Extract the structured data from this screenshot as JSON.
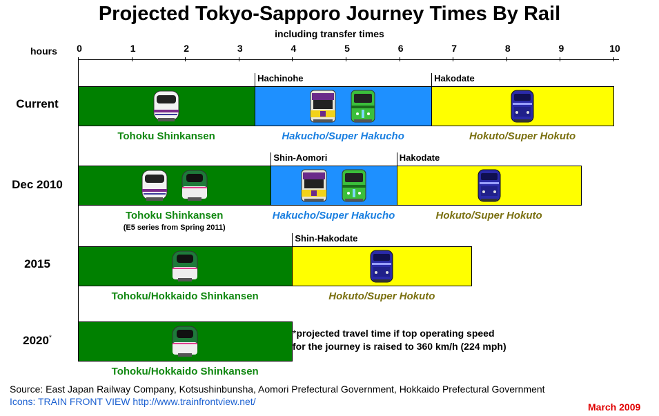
{
  "title": "Projected Tokyo-Sapporo Journey Times By Rail",
  "subtitle": "including transfer times",
  "axis_unit_label": "hours",
  "source": "Source: East Japan Railway Company, Kotsushinbunsha, Aomori Prefectural Government, Hokkaido Prefectural Government",
  "icons_credit": "Icons: TRAIN FRONT VIEW  http://www.trainfrontview.net/",
  "date": "March 2009",
  "footnote_mark": "*",
  "footnote_text_1": "projected travel time if top operating speed",
  "footnote_text_2": "for the journey is raised to 360 km/h (224 mph)",
  "chart_data": {
    "type": "bar",
    "orientation": "horizontal-stacked",
    "title": "Projected Tokyo-Sapporo Journey Times By Rail",
    "subtitle": "including transfer times",
    "xlabel": "hours",
    "xlim": [
      0,
      10
    ],
    "xticks": [
      0,
      1,
      2,
      3,
      4,
      5,
      6,
      7,
      8,
      9,
      10
    ],
    "grid": false,
    "colors": {
      "shinkansen": "#008000",
      "hakucho": "#1e90ff",
      "hokuto": "#ffff00",
      "shinkansen_text": "#118811",
      "hakucho_text": "#1a7fe0",
      "hokuto_text": "#7a7010",
      "date": "#e00000"
    },
    "rows": [
      {
        "label": "Current",
        "label_mark": "",
        "segments": [
          {
            "service": "Tohoku Shinkansen",
            "start": 0,
            "end": 3.3,
            "kind": "shinkansen",
            "italic": false,
            "trains": [
              "e2"
            ],
            "note": ""
          },
          {
            "service": "Hakucho/Super Hakucho",
            "start": 3.3,
            "end": 6.6,
            "kind": "hakucho",
            "italic": true,
            "station": "Hachinohe",
            "trains": [
              "hakucho-yellow",
              "hakucho-green"
            ]
          },
          {
            "service": "Hokuto/Super Hokuto",
            "start": 6.6,
            "end": 10,
            "kind": "hokuto",
            "italic": true,
            "station": "Hakodate",
            "trains": [
              "hokuto-blue"
            ]
          }
        ]
      },
      {
        "label": "Dec 2010",
        "label_mark": "",
        "segments": [
          {
            "service": "Tohoku Shinkansen",
            "start": 0,
            "end": 3.6,
            "kind": "shinkansen",
            "italic": false,
            "trains": [
              "e2",
              "e5"
            ],
            "note": "(E5 series from Spring 2011)"
          },
          {
            "service": "Hakucho/Super Hakucho",
            "start": 3.6,
            "end": 5.95,
            "kind": "hakucho",
            "italic": true,
            "station": "Shin-Aomori",
            "trains": [
              "hakucho-yellow",
              "hakucho-green"
            ]
          },
          {
            "service": "Hokuto/Super Hokuto",
            "start": 5.95,
            "end": 9.4,
            "kind": "hokuto",
            "italic": true,
            "station": "Hakodate",
            "trains": [
              "hokuto-blue"
            ]
          }
        ]
      },
      {
        "label": "2015",
        "label_mark": "",
        "segments": [
          {
            "service": "Tohoku/Hokkaido Shinkansen",
            "start": 0,
            "end": 4.0,
            "kind": "shinkansen",
            "italic": false,
            "trains": [
              "e5"
            ],
            "note": ""
          },
          {
            "service": "Hokuto/Super Hokuto",
            "start": 4.0,
            "end": 7.35,
            "kind": "hokuto",
            "italic": true,
            "station": "Shin-Hakodate",
            "trains": [
              "hokuto-blue"
            ]
          }
        ]
      },
      {
        "label": "2020",
        "label_mark": "*",
        "segments": [
          {
            "service": "Tohoku/Hokkaido Shinkansen",
            "start": 0,
            "end": 4.0,
            "kind": "shinkansen",
            "italic": false,
            "trains": [
              "e5"
            ],
            "note": ""
          }
        ]
      }
    ]
  }
}
